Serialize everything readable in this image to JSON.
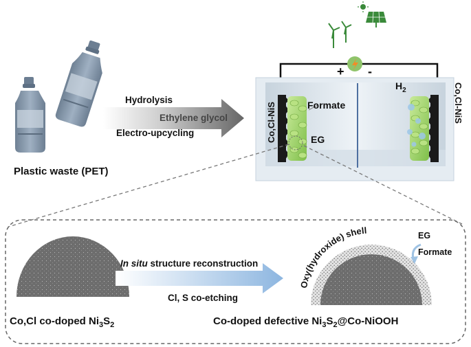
{
  "top": {
    "plastic_label": "Plastic waste (PET)",
    "arrow_top": "Hydrolysis",
    "arrow_mid": "Ethylene glycol",
    "arrow_bottom": "Electro-upcycling"
  },
  "cell": {
    "plus": "+",
    "minus": "-",
    "left_electrode": "Co,Cl-NiS",
    "right_electrode": "Co,Cl-NiS",
    "formate": "Formate",
    "eg": "EG",
    "h2": "H",
    "h2_sub": "2"
  },
  "bottom": {
    "arrow_top_italic": "In situ",
    "arrow_top_rest": " structure reconstruction",
    "arrow_bottom": "Cl, S co-etching",
    "left_label_a": "Co,Cl co-doped Ni",
    "left_sub_a": "3",
    "left_label_b": "S",
    "left_sub_b": "2",
    "shell_label": "Oxy(hydroxide) shell",
    "eg": "EG",
    "formate": "Formate",
    "right_label_a": "Co-doped defective Ni",
    "right_sub_a": "3",
    "right_label_b": "S",
    "right_sub_b": "2",
    "right_label_c": "@Co-NiOOH"
  },
  "colors": {
    "accent_arrow": "#9ec3e6",
    "leaf_green": "#9fd36a",
    "electrolyte": "#dde6ee",
    "particle": "#707070",
    "bolt": "#f28c28"
  }
}
